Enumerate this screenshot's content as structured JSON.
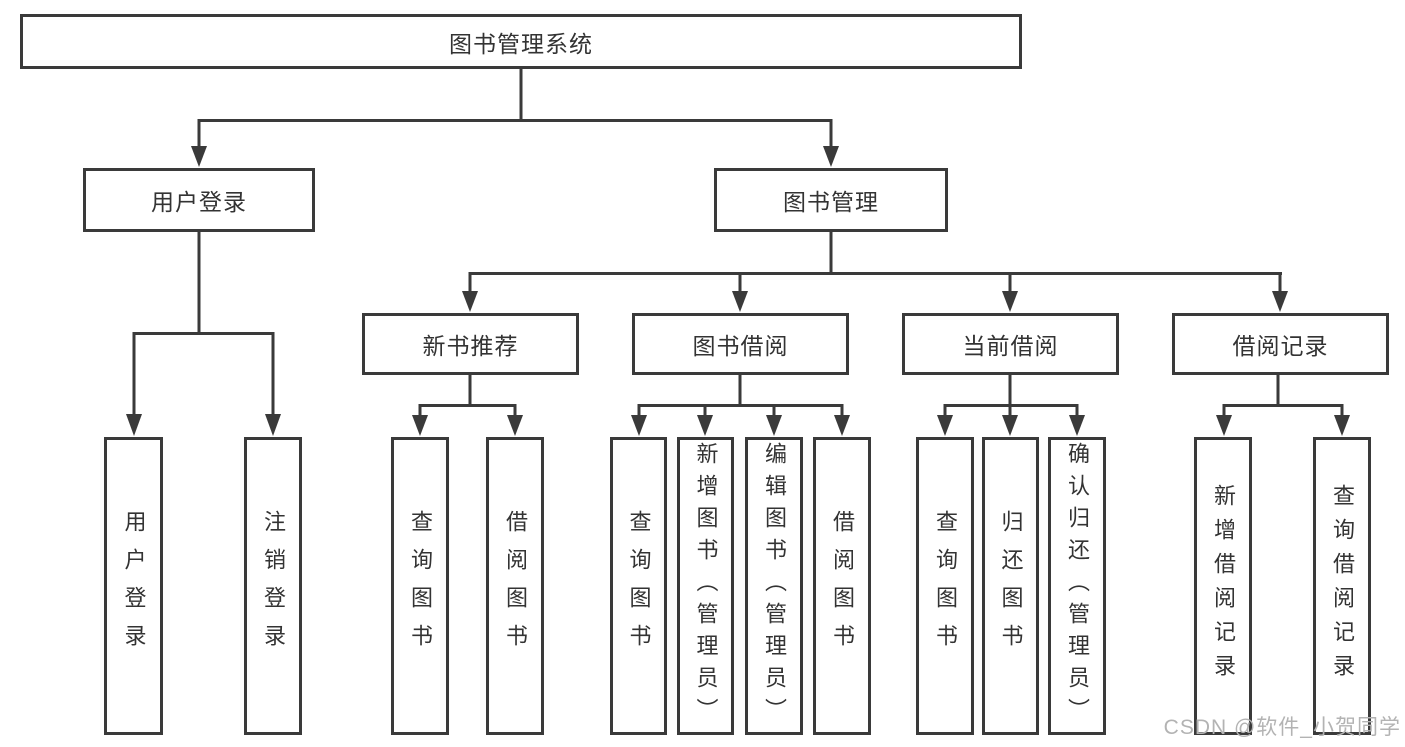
{
  "tree": {
    "root": "图书管理系统",
    "children": [
      {
        "label": "用户登录",
        "children": [
          {
            "label": "用户登录"
          },
          {
            "label": "注销登录"
          }
        ]
      },
      {
        "label": "图书管理",
        "children": [
          {
            "label": "新书推荐",
            "children": [
              {
                "label": "查询图书"
              },
              {
                "label": "借阅图书"
              }
            ]
          },
          {
            "label": "图书借阅",
            "children": [
              {
                "label": "查询图书"
              },
              {
                "label": "新增图书（管理员）"
              },
              {
                "label": "编辑图书（管理员）"
              },
              {
                "label": "借阅图书"
              }
            ]
          },
          {
            "label": "当前借阅",
            "children": [
              {
                "label": "查询图书"
              },
              {
                "label": "归还图书"
              },
              {
                "label": "确认归还（管理员）"
              }
            ]
          },
          {
            "label": "借阅记录",
            "children": [
              {
                "label": "新增借阅记录"
              },
              {
                "label": "查询借阅记录"
              }
            ]
          }
        ]
      }
    ]
  },
  "watermark": "CSDN @软件_小贺同学",
  "colors": {
    "line": "#3a3a3a",
    "text": "#333333",
    "watermark": "#b3b3b3"
  }
}
